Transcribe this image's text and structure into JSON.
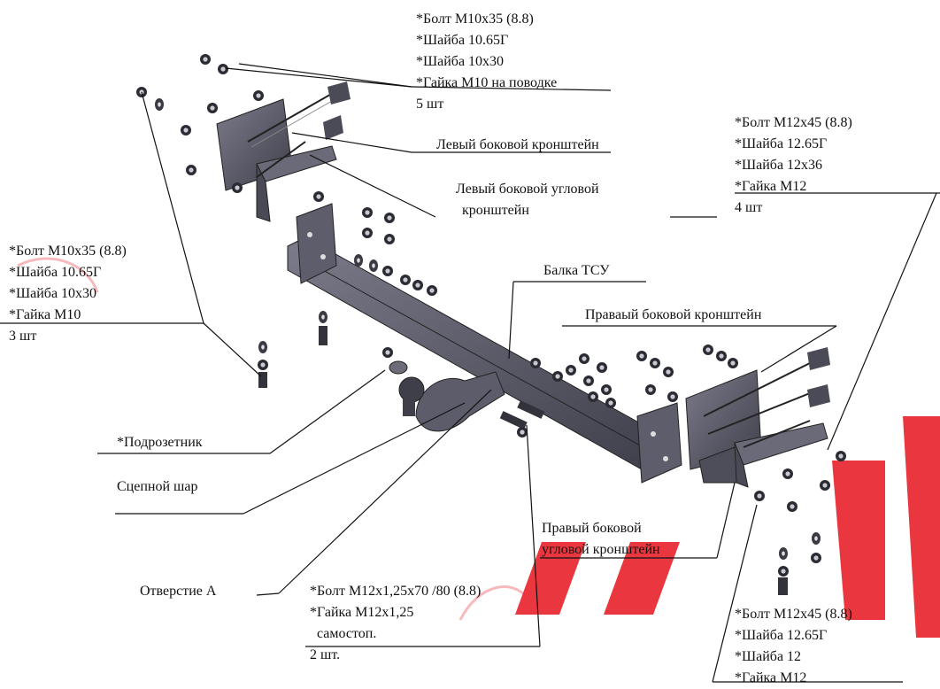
{
  "colors": {
    "steel": "#5b5b6b",
    "steel_dark": "#34343e",
    "steel_light": "#8a8a98",
    "watermark": "#e8202a",
    "line": "#111111"
  },
  "labels": {
    "top_hardware": {
      "lines": [
        "*Болт М10х35 (8.8)",
        "*Шайба 10.65Г",
        "*Шайба 10х30",
        "*Гайка М10 на поводке",
        "5 шт"
      ]
    },
    "left_bracket": "Левый боковой кронштейн",
    "left_corner_bracket": {
      "lines": [
        "Левый боковой угловой",
        "кронштейн"
      ]
    },
    "right_top_hardware": {
      "lines": [
        "*Болт М12х45 (8.8)",
        "*Шайба 12.65Г",
        "*Шайба 12х36",
        "*Гайка М12",
        "4 шт"
      ]
    },
    "left_hardware": {
      "lines": [
        "*Болт М10х35 (8.8)",
        "*Шайба 10.65Г",
        "*Шайба 10х30",
        "*Гайка М10",
        "3 шт"
      ]
    },
    "beam": "Балка ТСУ",
    "right_bracket": "Праваый боковой кронштейн",
    "socket_plate": "*Подрозетник",
    "tow_ball": "Сцепной шар",
    "right_corner_bracket": {
      "lines": [
        "Правый  боковой",
        "угловой кронштейн"
      ]
    },
    "hole_a": "Отверстие А",
    "ball_hardware": {
      "lines": [
        "*Болт М12х1,25х70 /80 (8.8)",
        "*Гайка М12х1,25",
        "  самостоп.",
        "2 шт."
      ]
    },
    "bottom_right_hardware": {
      "lines": [
        "*Болт М12х45 (8.8)",
        "*Шайба 12.65Г",
        "*Шайба 12",
        "*Гайка М12"
      ]
    }
  }
}
